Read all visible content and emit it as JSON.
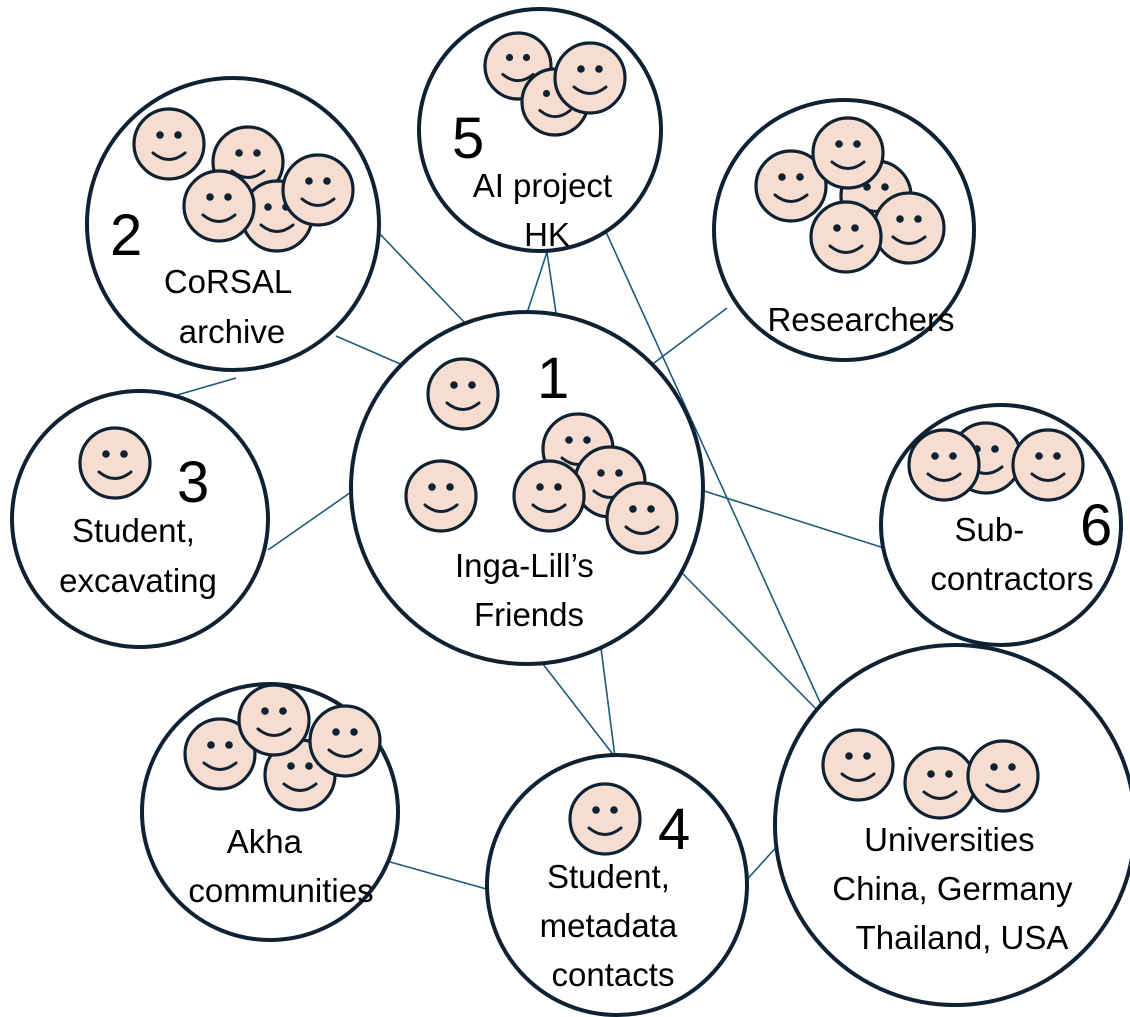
{
  "nodes": {
    "friends": {
      "number": "1",
      "label": [
        "Inga-Lill’s",
        "Friends"
      ]
    },
    "corsal": {
      "number": "2",
      "label": [
        "CoRSAL",
        "archive"
      ]
    },
    "excavating": {
      "number": "3",
      "label": [
        "Student,",
        "excavating"
      ]
    },
    "metadata": {
      "number": "4",
      "label": [
        "Student,",
        "metadata",
        "contacts"
      ]
    },
    "ai_project": {
      "number": "5",
      "label": [
        "AI project",
        "HK"
      ]
    },
    "subcontractors": {
      "number": "6",
      "label": [
        "Sub-",
        "contractors"
      ]
    },
    "researchers": {
      "label": [
        "Researchers"
      ]
    },
    "akha": {
      "label": [
        "Akha",
        "communities"
      ]
    },
    "universities": {
      "label": [
        "Universities",
        "China, Germany",
        "Thailand, USA"
      ]
    }
  },
  "colors": {
    "face_fill": "#f7ddd0",
    "outline": "#0f2233",
    "edge": "#1f5a78"
  }
}
